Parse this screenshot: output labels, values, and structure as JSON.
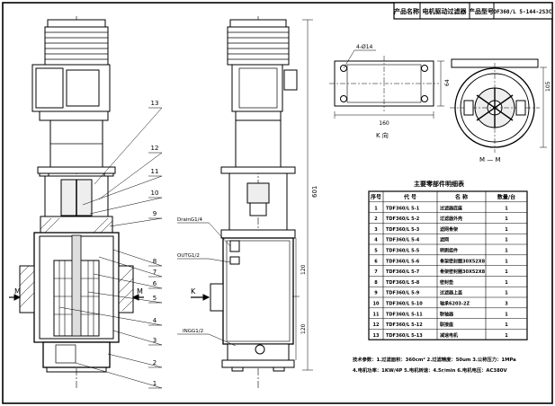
{
  "title_block": {
    "name_label": "产品名称",
    "name_value": "电机驱动过滤器",
    "model_label": "产品型号",
    "model_value": "DF360/L 5-144-2S3C"
  },
  "view_labels": {
    "k_view": "K 向",
    "section_mm": "M — M",
    "m_left": "M",
    "m_right": "M",
    "k_arrow": "K"
  },
  "ports": {
    "drain": "DrainG1/4",
    "outlet": "OUTG1/2",
    "inlet": "INGG1/2"
  },
  "dimensions": {
    "holes": "4-Ø14",
    "base_width": "160",
    "base_depth": "64",
    "section_h": "105",
    "overall_h": "601",
    "d120a": "120",
    "d120b": "120"
  },
  "callouts": [
    "13",
    "12",
    "11",
    "10",
    "9",
    "8",
    "7",
    "6",
    "5",
    "4",
    "3",
    "2",
    "1"
  ],
  "parts_table": {
    "title": "主要零部件明细表",
    "headers": [
      "序号",
      "代 号",
      "名 称",
      "数量/台"
    ],
    "rows": [
      [
        "1",
        "TDF360/L 5-1",
        "过滤器底座",
        "1"
      ],
      [
        "2",
        "TDF360/L 5-2",
        "过滤器外壳",
        "1"
      ],
      [
        "3",
        "TDF360/L 5-3",
        "滤网骨架",
        "1"
      ],
      [
        "4",
        "TDF360/L 5-4",
        "滤网",
        "1"
      ],
      [
        "5",
        "TDF360/L 5-5",
        "转刷组件",
        "1"
      ],
      [
        "6",
        "TDF360/L 5-6",
        "骨架密封圈30X52X8",
        "1"
      ],
      [
        "7",
        "TDF360/L 5-7",
        "骨架密封圈30X52X8",
        "1"
      ],
      [
        "8",
        "TDF360/L 5-8",
        "密封垫",
        "1"
      ],
      [
        "9",
        "TDF360/L 5-9",
        "过滤器上盖",
        "1"
      ],
      [
        "10",
        "TDF360/L 5-10",
        "轴承6203-2Z",
        "3"
      ],
      [
        "11",
        "TDF360/L 5-11",
        "联轴器",
        "1"
      ],
      [
        "12",
        "TDF360/L 5-12",
        "联接座",
        "1"
      ],
      [
        "13",
        "TDF360/L 5-13",
        "减速电机",
        "1"
      ]
    ]
  },
  "specs_line1": "技术参数：1.过滤面积：360cm²  2.过滤精度：50um  3.公称压力：1MPa",
  "specs_line2": "4.电机功率：1KW/4P  5.电机转速：4.5r/min  6.电机电压：AC380V"
}
